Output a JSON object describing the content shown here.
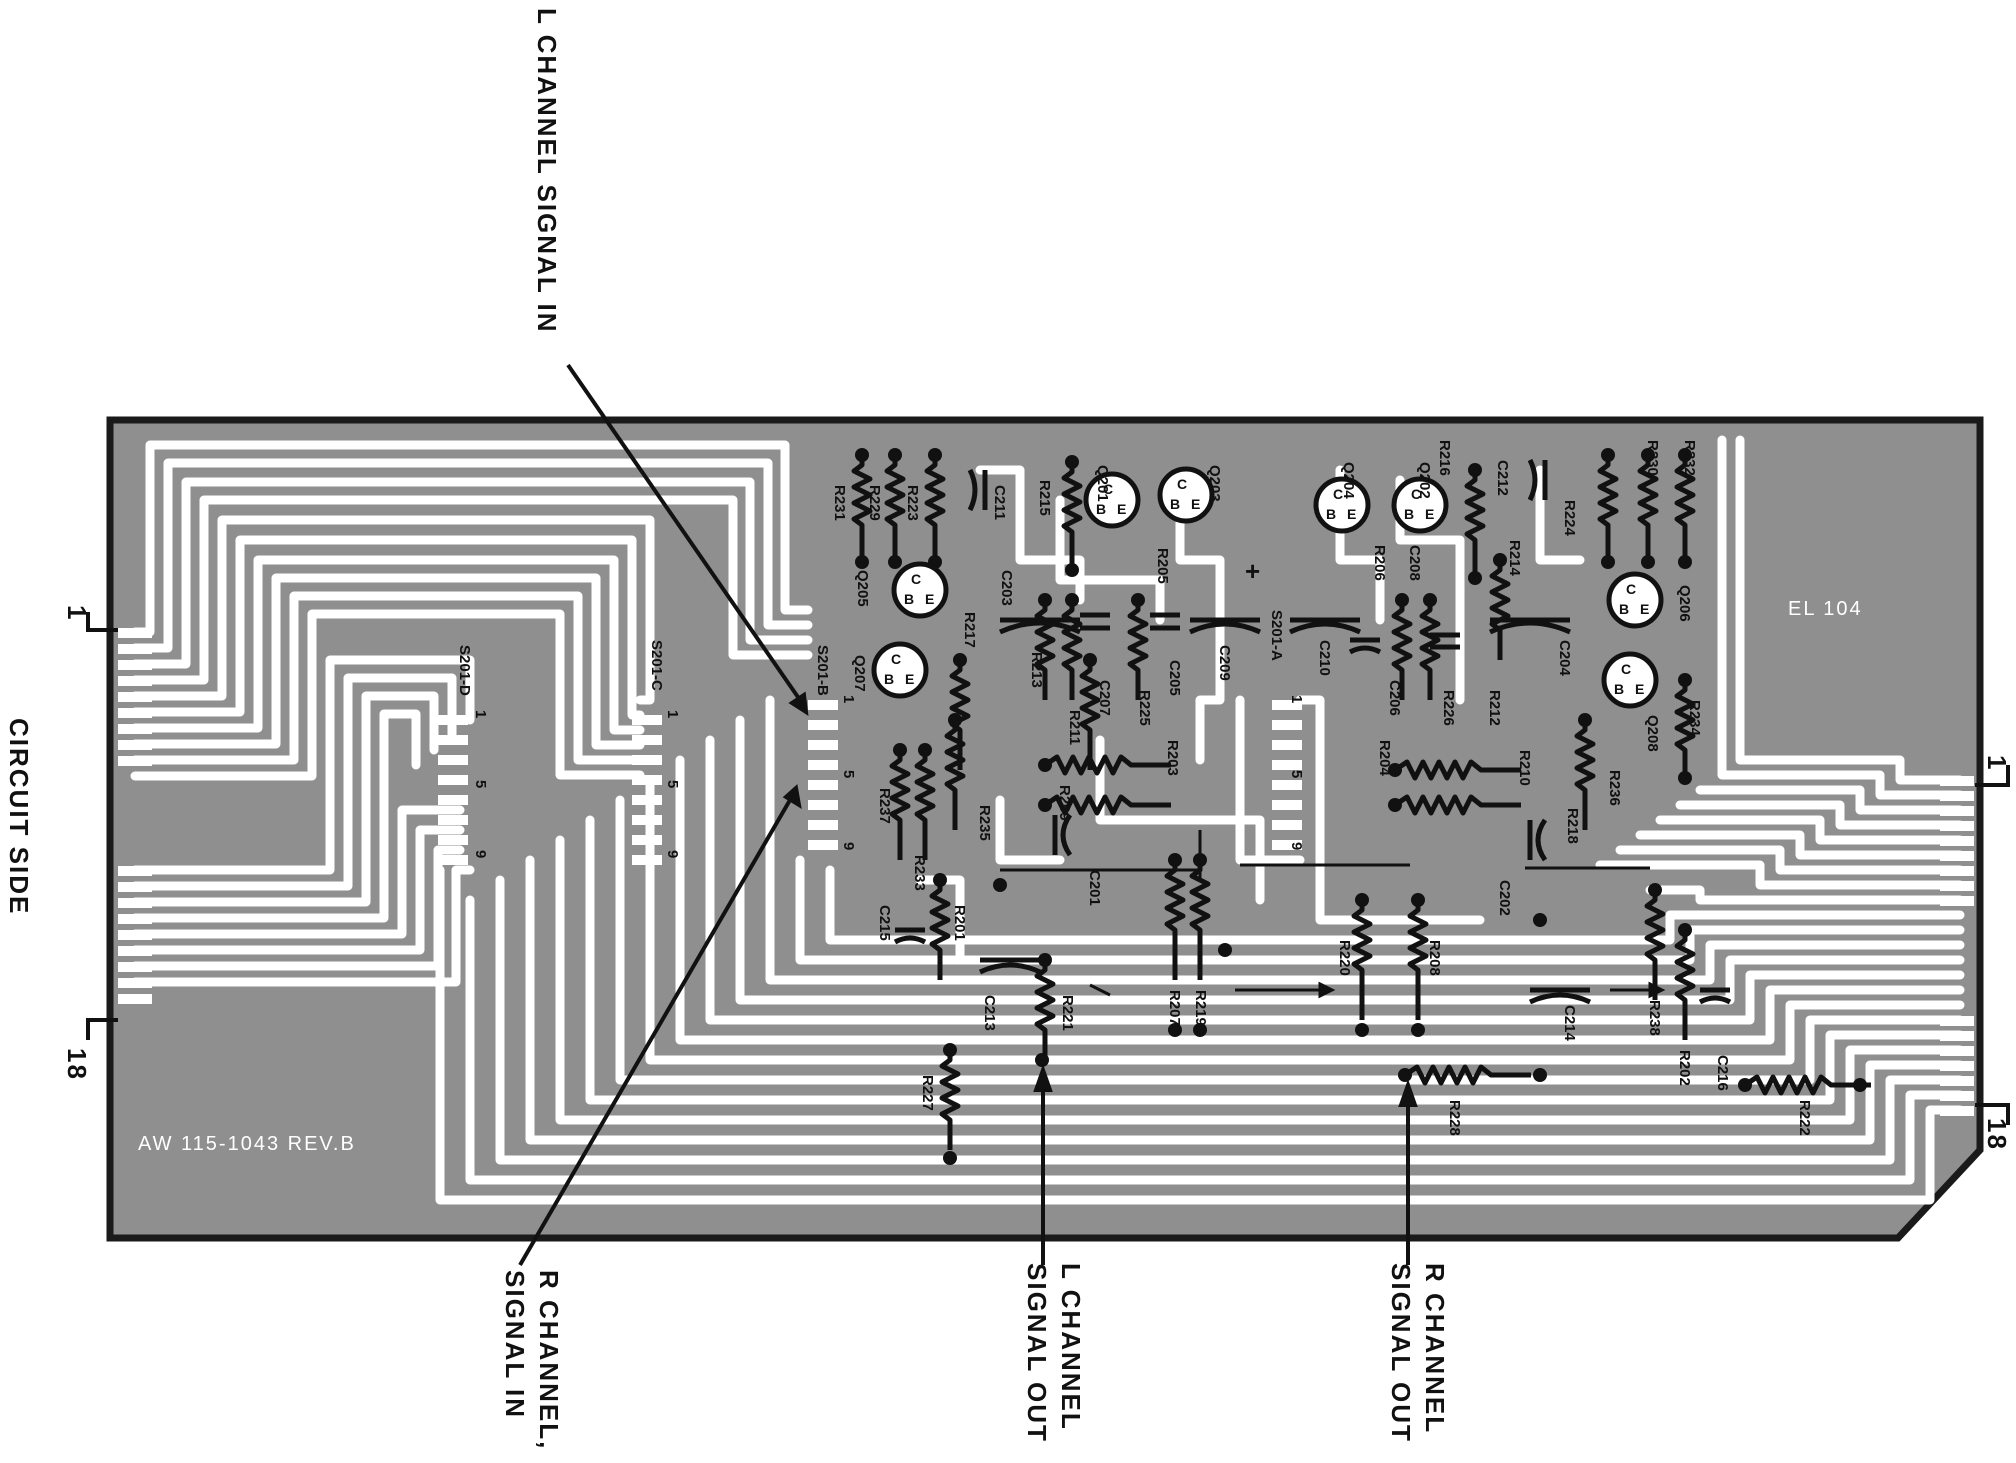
{
  "title": "CIRCUIT SIDE",
  "board": {
    "part_number": "AW 115-1043 REV.B",
    "model": "EL 104"
  },
  "callouts": [
    {
      "id": "lin",
      "text": "L CHANNEL SIGNAL IN"
    },
    {
      "id": "rin1",
      "text": "R CHANNEL,"
    },
    {
      "id": "rin2",
      "text": "SIGNAL IN"
    },
    {
      "id": "lout1",
      "text": "L CHANNEL"
    },
    {
      "id": "lout2",
      "text": "SIGNAL OUT"
    },
    {
      "id": "rout1",
      "text": "R CHANNEL"
    },
    {
      "id": "rout2",
      "text": "SIGNAL OUT"
    }
  ],
  "connector_pins": {
    "first": "1",
    "last": "18"
  },
  "switch_labels": [
    "S201-D",
    "S201-C",
    "S201-B",
    "S201-A"
  ],
  "switch_pins": [
    "1",
    "5",
    "9"
  ],
  "transistors": [
    "Q201",
    "Q203",
    "Q204",
    "Q202",
    "Q205",
    "Q207",
    "Q206",
    "Q208"
  ],
  "transistor_pins": [
    "C",
    "B",
    "E"
  ],
  "resistors": [
    "R231",
    "R229",
    "R223",
    "R215",
    "R217",
    "R213",
    "R211",
    "R225",
    "R205",
    "R203",
    "R209",
    "R237",
    "R235",
    "R233",
    "R201",
    "R221",
    "R227",
    "R207",
    "R219",
    "R232",
    "R230",
    "R224",
    "R216",
    "R214",
    "R206",
    "R212",
    "R226",
    "R204",
    "R210",
    "R218",
    "R236",
    "R234",
    "R220",
    "R208",
    "R228",
    "R238",
    "R202",
    "R222"
  ],
  "capacitors": [
    "C211",
    "C203",
    "C207",
    "C205",
    "C209",
    "C201",
    "C215",
    "C213",
    "C212",
    "C208",
    "C204",
    "C210",
    "C206",
    "C202",
    "C214",
    "C216"
  ],
  "polarity_mark": "+"
}
